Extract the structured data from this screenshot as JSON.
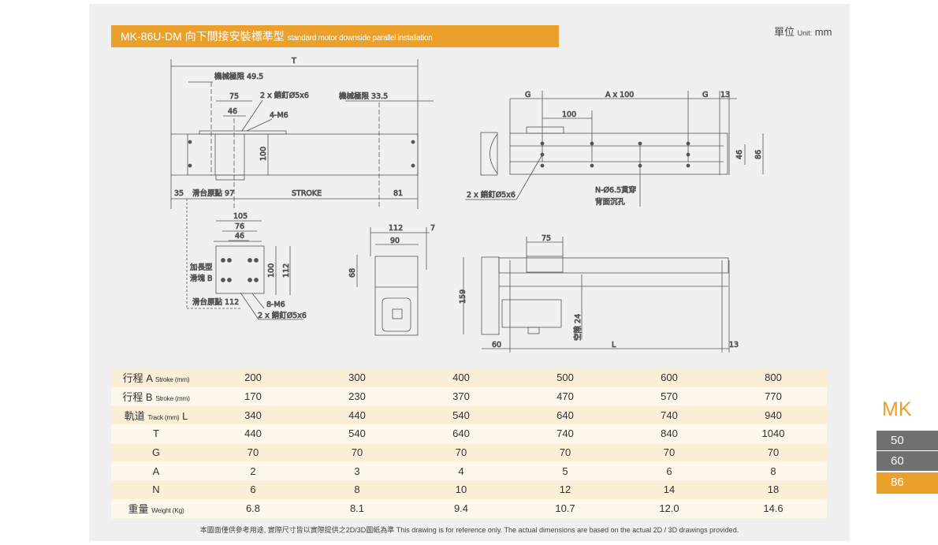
{
  "header": {
    "title": "MK-86U-DM 向下間接安裝標準型",
    "subtitle": "standard motor downside parallel installation"
  },
  "unit": {
    "label": "單位",
    "en": "Unit:",
    "value": "mm"
  },
  "drawings": {
    "side": [
      "T",
      "機械極限 49.5",
      "75",
      "2 x 銷釘Ø5x6",
      "46",
      "4-M6",
      "機械極限 33.5",
      "100",
      "35",
      "滑台原點 97",
      "STROKE",
      "81"
    ],
    "top": [
      "G",
      "A x 100",
      "G",
      "13",
      "100",
      "46",
      "86",
      "2 x 銷釘Ø5x6",
      "N-Ø6.5貫穿",
      "背面沉孔"
    ],
    "slider": [
      "105",
      "76",
      "46",
      "加長型",
      "滑塊 B",
      "100",
      "112",
      "滑台原點 112",
      "8-M6",
      "2 x 銷釘Ø5x6"
    ],
    "end": [
      "112",
      "7",
      "90",
      "68"
    ],
    "motor": [
      "75",
      "159",
      "空隙 24",
      "60",
      "L",
      "13"
    ]
  },
  "table": {
    "rows": [
      {
        "label": "行程 A",
        "sub": "Stroke (mm)",
        "values": [
          "200",
          "300",
          "400",
          "500",
          "600",
          "800"
        ]
      },
      {
        "label": "行程 B",
        "sub": "Stroke (mm)",
        "values": [
          "170",
          "230",
          "370",
          "470",
          "570",
          "770"
        ]
      },
      {
        "label": "軌道",
        "sub": "Track (mm)",
        "suffix": " L",
        "values": [
          "340",
          "440",
          "540",
          "640",
          "740",
          "940"
        ]
      },
      {
        "label": "T",
        "values": [
          "440",
          "540",
          "640",
          "740",
          "840",
          "1040"
        ]
      },
      {
        "label": "G",
        "values": [
          "70",
          "70",
          "70",
          "70",
          "70",
          "70"
        ]
      },
      {
        "label": "A",
        "values": [
          "2",
          "3",
          "4",
          "5",
          "6",
          "8"
        ]
      },
      {
        "label": "N",
        "values": [
          "6",
          "8",
          "10",
          "12",
          "14",
          "18"
        ]
      },
      {
        "label": "重量",
        "sub": "Weight (Kg)",
        "values": [
          "6.8",
          "8.1",
          "9.4",
          "10.7",
          "12.0",
          "14.6"
        ]
      }
    ]
  },
  "footer": "本圖面僅供參考用途, 實際尺寸皆以實際提供之2D/3D圖紙為準 This drawing is for reference only. The actual dimensions are based on the actual 2D / 3D drawings provided.",
  "side_nav": {
    "brand": "MK",
    "tabs": [
      "50",
      "60",
      "86"
    ],
    "active": "86"
  },
  "colors": {
    "accent": "#eca02c",
    "tab": "#707070"
  }
}
